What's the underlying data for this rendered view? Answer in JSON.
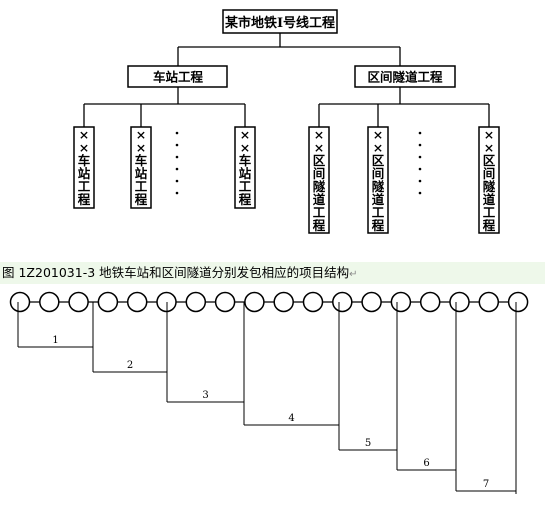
{
  "tree": {
    "root": "某市地铁Ⅰ号线工程",
    "branches": [
      {
        "label": "车站工程",
        "leaves": [
          "××车站工程",
          "××车站工程",
          "××车站工程"
        ]
      },
      {
        "label": "区间隧道工程",
        "leaves": [
          "××区间隧道工程",
          "××区间隧道工程",
          "××区间隧道工程"
        ]
      }
    ]
  },
  "caption": "图 1Z201031-3 地铁车站和区间隧道分别发包相应的项目结构",
  "staircase": {
    "circle_count": 18,
    "segments": [
      "1",
      "2",
      "3",
      "4",
      "5",
      "6",
      "7"
    ]
  }
}
